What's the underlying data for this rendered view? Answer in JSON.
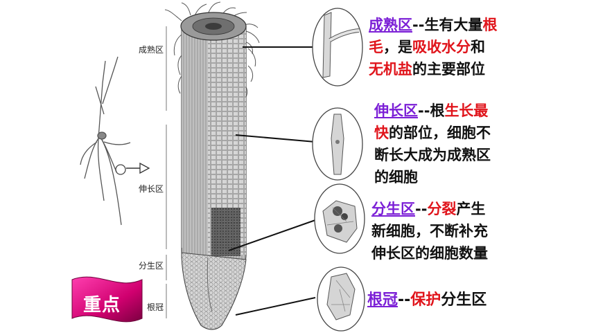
{
  "zone_labels": {
    "mature": "成熟区",
    "elongation": "伸长区",
    "meristem": "分生区",
    "cap": "根冠"
  },
  "badge": "重点",
  "descriptions": {
    "mature": {
      "name": "成熟区",
      "sep": "--",
      "t1": "生有大量",
      "h1": "根",
      "h2": "毛",
      "t2": "，是",
      "h3": "吸收水分",
      "t3": "和",
      "h4": "无机盐",
      "t4": "的主要部位"
    },
    "elongation": {
      "name": "伸长区",
      "sep": "--",
      "t1": "根",
      "h1": "生长最",
      "h2": "快",
      "t2": "的部位，细胞不",
      "t3": "断长大成为成熟区",
      "t4": "的细胞"
    },
    "meristem": {
      "name": "分生区",
      "sep": "--",
      "h1": "分裂",
      "t1": "产生",
      "t2": "新细胞，不断补充",
      "t3": "伸长区的细胞数量"
    },
    "cap": {
      "name": "根冠",
      "sep": "--",
      "h1": "保护",
      "t1": "分生区"
    }
  }
}
